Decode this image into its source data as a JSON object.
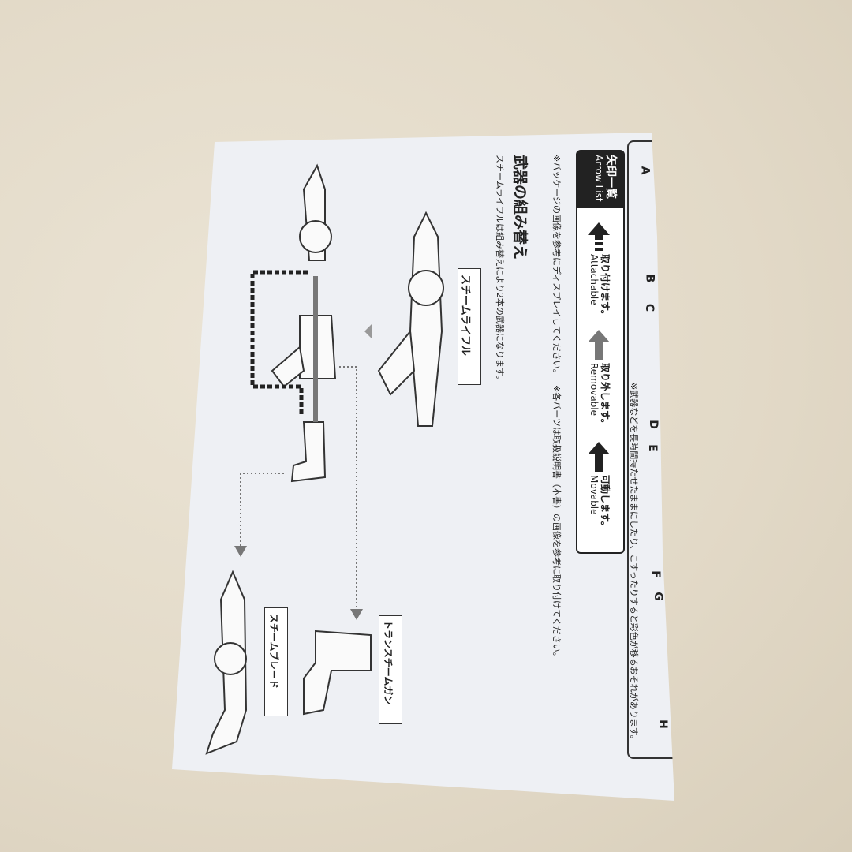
{
  "arrow_list": {
    "title_jp": "矢印一覧",
    "title_en": "Arrow List",
    "items": [
      {
        "jp": "取り付けます。",
        "en": "Attachable",
        "icon": "dashed-arrow-icon",
        "color": "#222222"
      },
      {
        "jp": "取り外します。",
        "en": "Removable",
        "icon": "gray-arrow-icon",
        "color": "#777777"
      },
      {
        "jp": "可動します。",
        "en": "Movable",
        "icon": "black-arrow-icon",
        "color": "#222222"
      }
    ]
  },
  "notes": {
    "package": "※パッケージの画像を参考にディスプレイしてください。",
    "parts": "※各パーツは取扱説明書（本書）の画像を参考に取り付けてください。",
    "color_transfer": "※武器などを長時間持たせたままにしたり、こすったりすると彩色が移るおそれがあります。"
  },
  "section": {
    "title": "武器の組み替え",
    "subtitle": "スチームライフルは組み替えにより2本の武器になります。"
  },
  "weapons": {
    "rifle": "スチームライフル",
    "gun": "トランスチームガン",
    "blade": "スチームブレード"
  },
  "parts_letters": [
    "A",
    "B",
    "C",
    "D",
    "E",
    "F",
    "G",
    "H"
  ]
}
